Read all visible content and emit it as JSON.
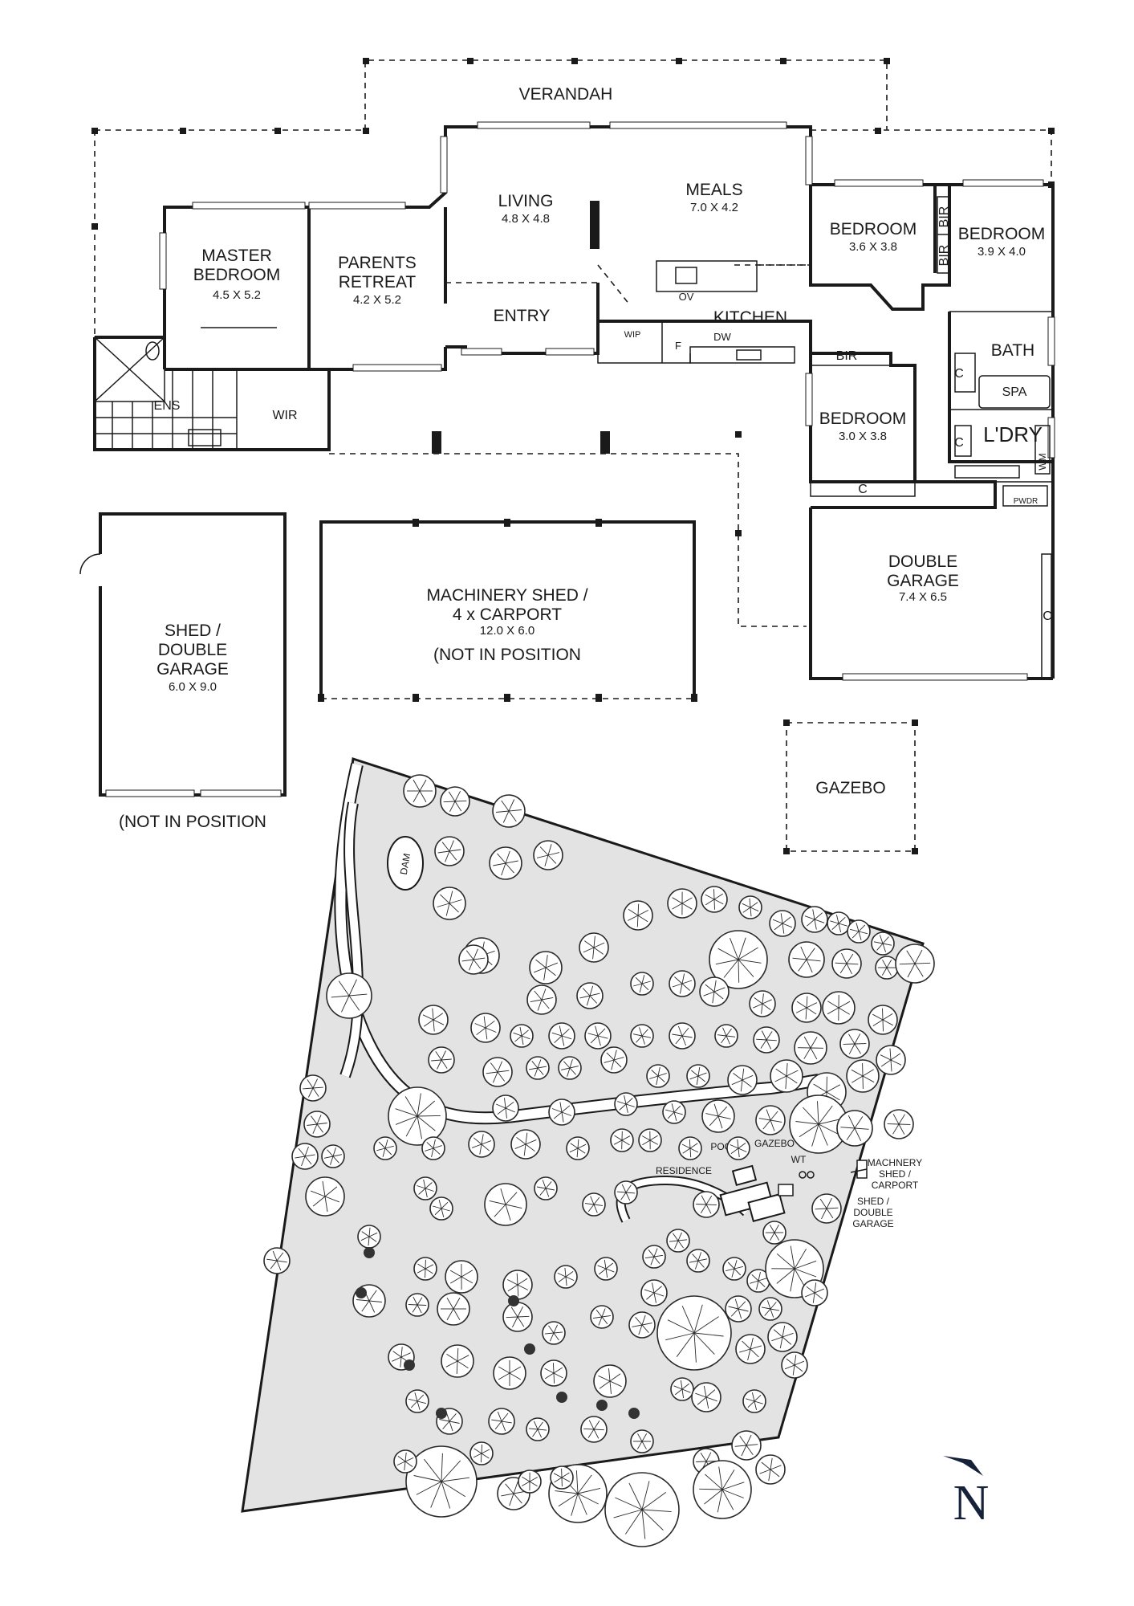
{
  "floor_plan": {
    "verandah": "VERANDAH",
    "rooms": {
      "master_bedroom": {
        "name": "MASTER\nBEDROOM",
        "dims": "4.5 X 5.2"
      },
      "parents_retreat": {
        "name": "PARENTS\nRETREAT",
        "dims": "4.2 X 5.2"
      },
      "living": {
        "name": "LIVING",
        "dims": "4.8 X 4.8"
      },
      "meals": {
        "name": "MEALS",
        "dims": "7.0 X 4.2"
      },
      "bedroom2": {
        "name": "BEDROOM",
        "dims": "3.6 X 3.8"
      },
      "bedroom3": {
        "name": "BEDROOM",
        "dims": "3.9 X 4.0"
      },
      "bedroom4": {
        "name": "BEDROOM",
        "dims": "3.0 X 3.8"
      },
      "entry": {
        "name": "ENTRY"
      },
      "kitchen": {
        "name": "KITCHEN"
      },
      "ens": {
        "name": "ENS"
      },
      "wir": {
        "name": "WIR"
      },
      "wip": {
        "name": "WIP"
      },
      "bath": {
        "name": "BATH"
      },
      "laundry": {
        "name": "L'DRY"
      },
      "double_garage": {
        "name": "DOUBLE\nGARAGE",
        "dims": "7.4 X 6.5"
      }
    },
    "fixtures": {
      "bir": "BIR",
      "c": "C",
      "f": "F",
      "dw": "DW",
      "ov": "OV",
      "spa": "SPA",
      "wm": "WM",
      "pwdr": "PWDR"
    },
    "shed": {
      "name": "SHED /\nDOUBLE\nGARAGE",
      "dims": "6.0 X 9.0",
      "note": "(NOT IN POSITION"
    },
    "machinery_shed": {
      "name": "MACHINERY SHED /\n4 x CARPORT",
      "dims": "12.0 X 6.0",
      "note": "(NOT IN POSITION"
    },
    "gazebo": "GAZEBO"
  },
  "site_plan": {
    "dam": "DAM",
    "pool": "POOL",
    "gazebo": "GAZEBO",
    "residence": "RESIDENCE",
    "wt": "WT",
    "machinery_shed": "MACHNERY\nSHED /\nCARPORT",
    "shed": "SHED /\nDOUBLE\nGARAGE"
  },
  "north": "N",
  "colors": {
    "ink": "#1a1a1a",
    "site_fill": "#e3e3e3"
  }
}
